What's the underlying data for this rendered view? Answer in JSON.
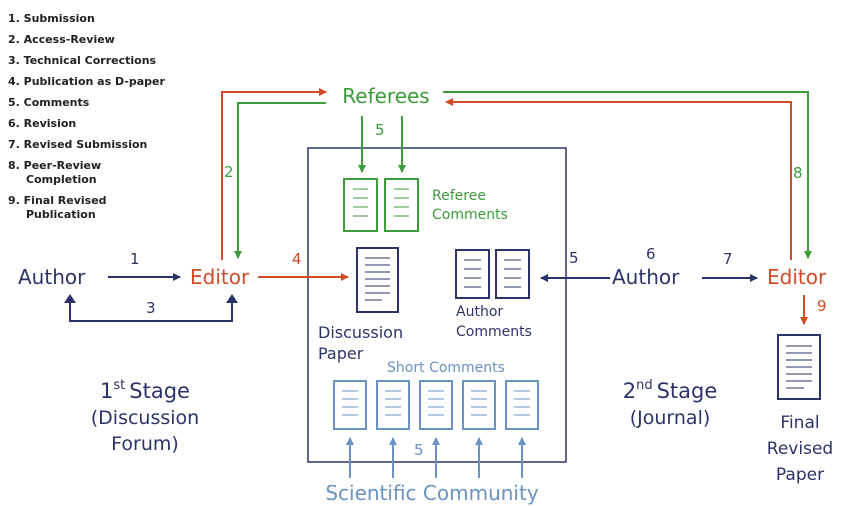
{
  "legend": [
    "1. Submission",
    "2. Access-Review",
    "3. Technical Corrections",
    "4. Publication as D-paper",
    "5. Comments",
    "6. Revision",
    "7. Revised Submission",
    "8. Peer-Review",
    "Completion",
    "9. Final Revised",
    "Publication"
  ],
  "nodes": {
    "referees": "Referees",
    "author_left": "Author",
    "editor_left": "Editor",
    "author_right": "Author",
    "editor_right": "Editor"
  },
  "step_numbers": {
    "s1": "1",
    "s2": "2",
    "s3": "3",
    "s4": "4",
    "s5_top": "5",
    "s5_right": "5",
    "s5_bottom": "5",
    "s6": "6",
    "s7": "7",
    "s8": "8",
    "s9": "9"
  },
  "box": {
    "referee_comments_1": "Referee",
    "referee_comments_2": "Comments",
    "discussion_1": "Discussion",
    "discussion_2": "Paper",
    "author_comments_1": "Author",
    "author_comments_2": "Comments",
    "short_comments": "Short Comments"
  },
  "stages": {
    "first_stage_num": "1",
    "first_stage_sup": "st",
    "first_stage_word": "Stage",
    "first_stage_sub1": "(Discussion",
    "first_stage_sub2": "Forum)",
    "second_stage_num": "2",
    "second_stage_sup": "nd",
    "second_stage_word": "Stage",
    "second_stage_sub": "(Journal)"
  },
  "final_paper": [
    "Final",
    "Revised",
    "Paper"
  ],
  "community": "Scientific Community",
  "colors": {
    "navy": "#2b3468",
    "red": "#d24a26",
    "green": "#3e9b3b",
    "blue": "#6a93c2"
  }
}
